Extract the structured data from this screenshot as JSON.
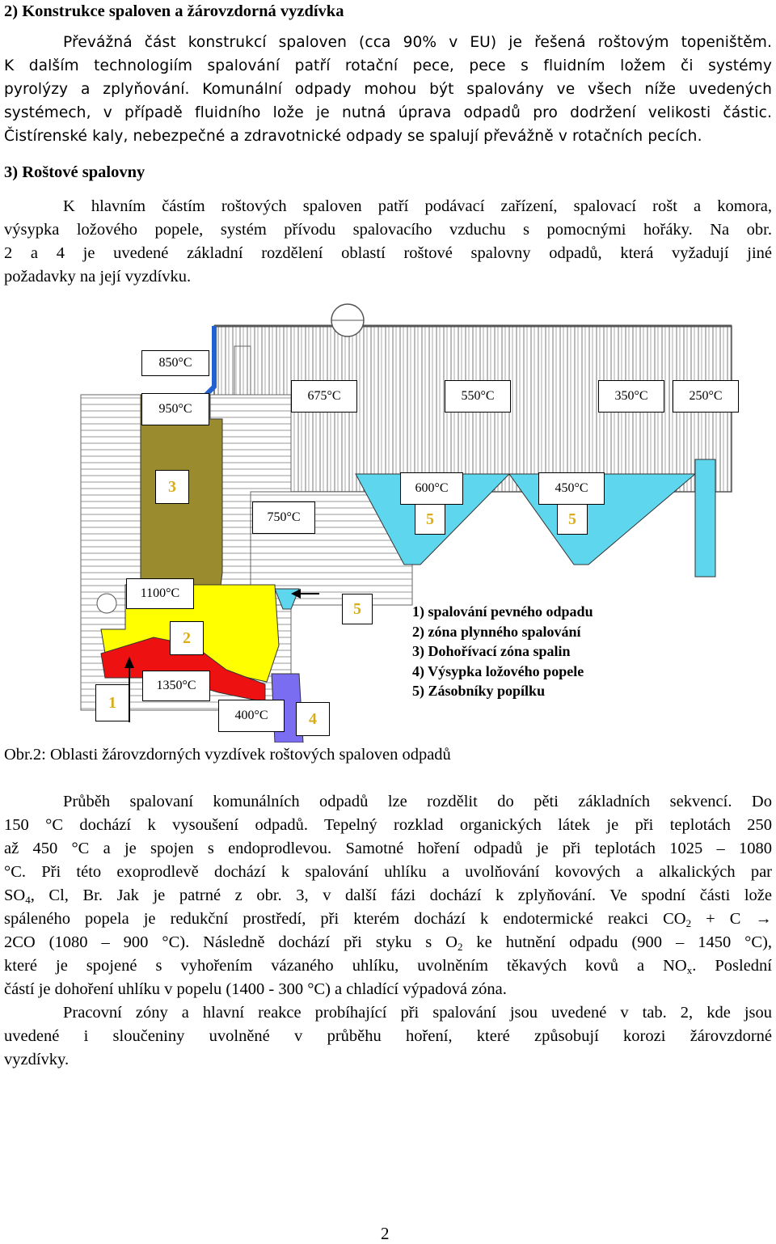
{
  "section2": {
    "heading": "2) Konstrukce spaloven a žárovzdorná vyzdívka",
    "p1_l1": "Převážná část konstrukcí spaloven (cca 90% v EU) je řešená roštovým topeništěm.",
    "p1_l2": "K dalším technologiím spalování patří rotační pece, pece s fluidním ložem či systémy",
    "p1_l3": "pyrolýzy a zplyňování. Komunální odpady mohou být spalovány ve všech níže uvedených",
    "p1_l4": "systémech, v případě fluidního lože je nutná úprava odpadů pro dodržení velikosti částic.",
    "p1_l5": "Čistírenské kaly, nebezpečné a zdravotnické odpady se spalují převážně v rotačních pecích."
  },
  "section3": {
    "heading": "3) Roštové spalovny",
    "p_l1": "K hlavním částím roštových spaloven patří podávací zařízení, spalovací rošt a komora,",
    "p_l2": "výsypka ložového popele, systém přívodu spalovacího vzduchu s pomocnými hořáky. Na obr.",
    "p_l3": "2 a 4 je uvedené základní rozdělení oblastí roštové spalovny odpadů, která vyžadují jiné",
    "p_l4": "požadavky na její vyzdívku."
  },
  "figure": {
    "temps": {
      "t850": "850°C",
      "t950": "950°C",
      "t675": "675°C",
      "t550": "550°C",
      "t350": "350°C",
      "t250": "250°C",
      "t600": "600°C",
      "t450": "450°C",
      "t750": "750°C",
      "t1100": "1100°C",
      "t1350": "1350°C",
      "t400": "400°C"
    },
    "zones": {
      "z1": "1",
      "z2": "2",
      "z3": "3",
      "z4": "4",
      "z5a": "5",
      "z5b": "5",
      "z5c": "5"
    },
    "legend": [
      "1) spalování pevného odpadu",
      "2) zóna plynného spalování",
      "3) Dohořívací zóna spalin",
      "4) Výsypka ložového popele",
      "5) Zásobníky popílku"
    ],
    "caption": "Obr.2: Oblasti žárovzdorných vyzdívek roštových spaloven odpadů",
    "colors": {
      "olive": "#9a8c2e",
      "yellow": "#ffff00",
      "red": "#ee1111",
      "cyan": "#5ed7ee",
      "blue": "#7a6df2",
      "label": "#d9ad1a"
    }
  },
  "body": {
    "l1": "Průběh spalovaní komunálních odpadů lze rozdělit do pěti základních sekvencí. Do",
    "l2": "150 °C dochází k vysoušení odpadů. Tepelný rozklad organických látek je při teplotách 250",
    "l3": "až 450 °C a je spojen s endoprodlevou. Samotné hoření odpadů je při teplotách 1025 – 1080",
    "l4": "°C. Při této exoprodlevě dochází k spalování uhlíku a uvolňování kovových a alkalických par",
    "l5_a": "SO",
    "l5_sub": "4",
    "l5_b": ", Cl, Br. Jak je patrné z obr. 3, v další fázi dochází k zplyňování. Ve spodní části lože",
    "l6_a": "spáleného popela je redukční prostředí, při kterém dochází k endotermické reakci CO",
    "l6_sub": "2",
    "l6_b": " + C →",
    "l7_a": "2CO (1080 – 900 °C). Následně dochází při styku s O",
    "l7_sub": "2",
    "l7_b": " ke hutnění odpadu (900 – 1450 °C),",
    "l8_a": "které je spojené s vyhořením vázaného uhlíku, uvolněním těkavých kovů a NO",
    "l8_sub": "x",
    "l8_b": ". Poslední",
    "l9": "částí je dohoření uhlíku v popelu (1400 - 300 °C) a chladící výpadová zóna.",
    "p2_l1": "Pracovní zóny a hlavní reakce probíhající při spalování jsou uvedené v tab. 2, kde jsou",
    "p2_l2": "uvedené i sloučeniny uvolněné v průběhu hoření, které způsobují korozi žárovzdorné",
    "p2_l3": "vyzdívky."
  },
  "page_number": "2"
}
